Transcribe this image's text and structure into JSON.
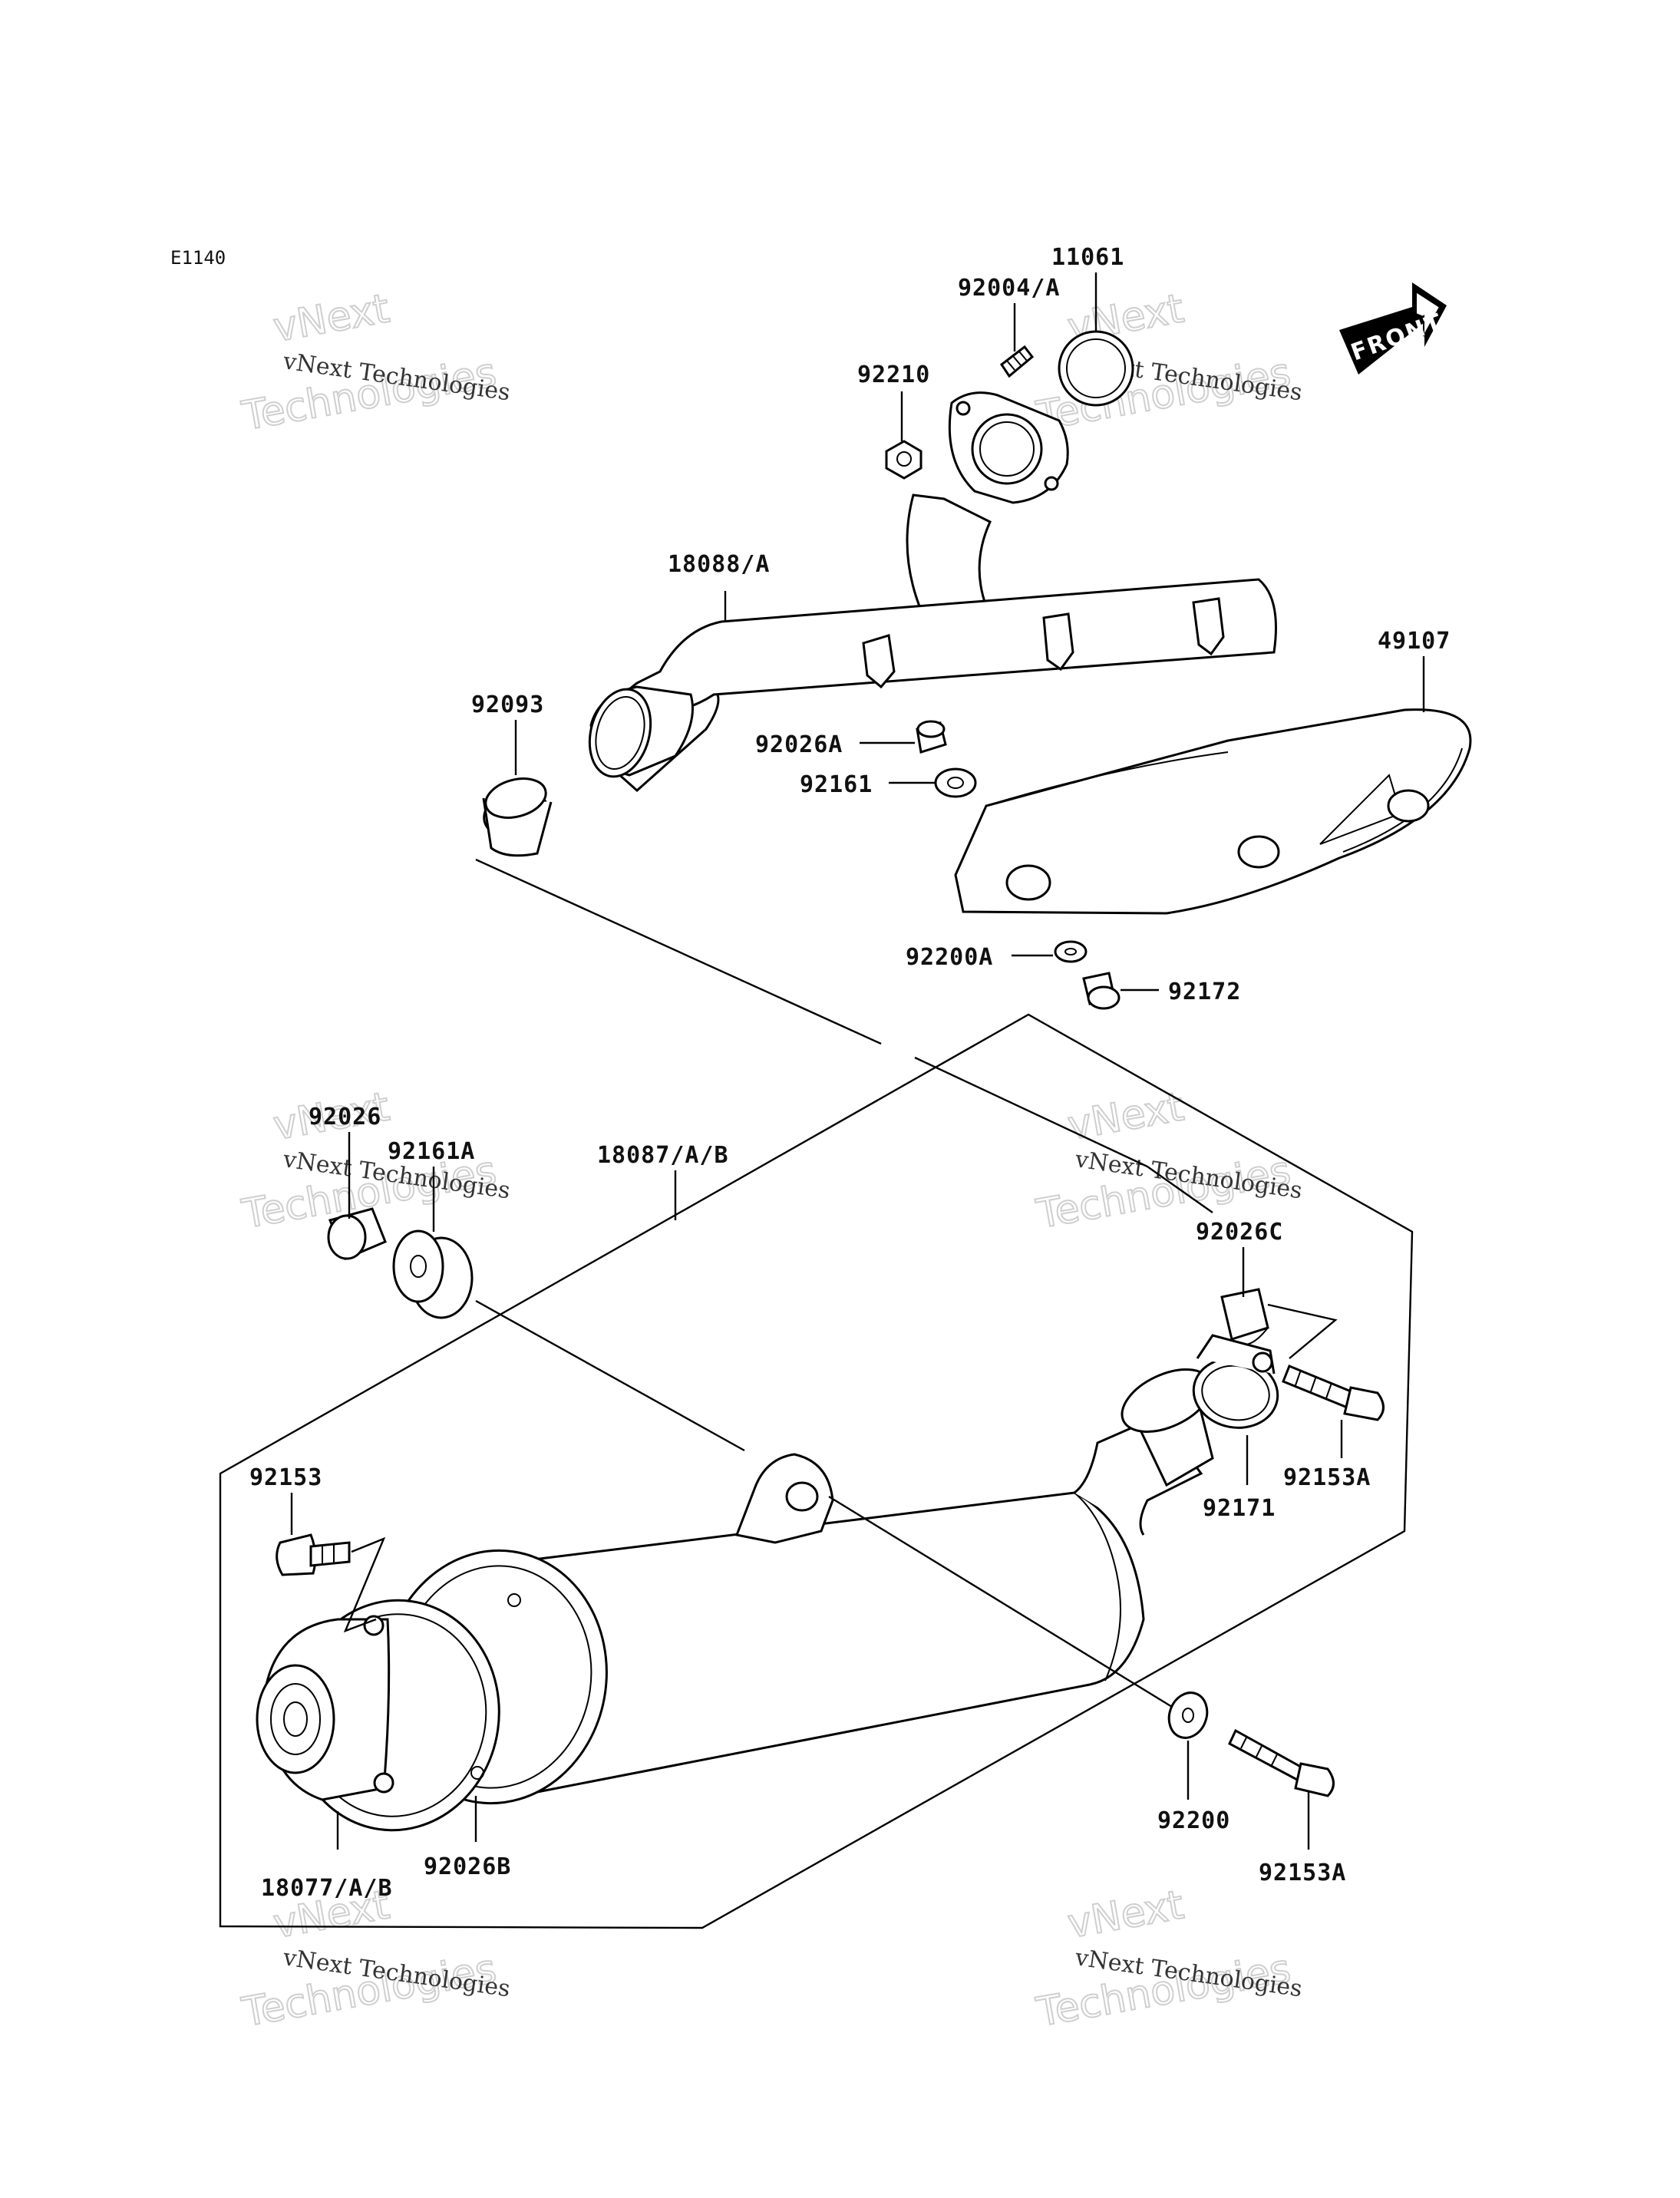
{
  "diagram_code": "E1140",
  "front_label": "FRONT",
  "parts": {
    "p11061": "11061",
    "p92004A": "92004/A",
    "p92210": "92210",
    "p18088A": "18088/A",
    "p49107": "49107",
    "p92093": "92093",
    "p92026A": "92026A",
    "p92161": "92161",
    "p92200A": "92200A",
    "p92172": "92172",
    "p92026": "92026",
    "p92161A": "92161A",
    "p18087AB": "18087/A/B",
    "p92026C": "92026C",
    "p92153A_1": "92153A",
    "p92171": "92171",
    "p92153": "92153",
    "p92200": "92200",
    "p92153A_2": "92153A",
    "p18077AB": "18077/A/B",
    "p92026B": "92026B"
  },
  "watermark": {
    "name": "vNext Technologies",
    "line1": "vNext",
    "line2": "Technologies"
  }
}
